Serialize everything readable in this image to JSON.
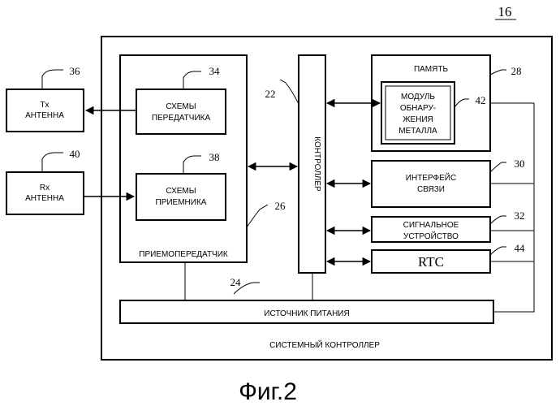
{
  "figure_number": "16",
  "caption": "Фиг.2",
  "system_controller": {
    "label": "СИСТЕМНЫЙ КОНТРОЛЛЕР"
  },
  "tx_antenna": {
    "line1": "Tx",
    "line2": "АНТЕННА",
    "ref": "36"
  },
  "rx_antenna": {
    "line1": "Rx",
    "line2": "АНТЕННА",
    "ref": "40"
  },
  "transceiver": {
    "label": "ПРИЕМОПЕРЕДАТЧИК",
    "ref": "26"
  },
  "transmitter": {
    "line1": "СХЕМЫ",
    "line2": "ПЕРЕДАТЧИКА",
    "ref": "34"
  },
  "receiver": {
    "line1": "СХЕМЫ",
    "line2": "ПРИЕМНИКА",
    "ref": "38"
  },
  "controller": {
    "label": "КОНТРОЛЛЕР",
    "ref": "22"
  },
  "memory": {
    "label": "ПАМЯТЬ",
    "ref": "28"
  },
  "metal_module": {
    "line1": "МОДУЛЬ",
    "line2": "ОБНАРУ-",
    "line3": "ЖЕНИЯ",
    "line4": "МЕТАЛЛА",
    "ref": "42"
  },
  "comm_interface": {
    "line1": "ИНТЕРФЕЙС",
    "line2": "СВЯЗИ",
    "ref": "30"
  },
  "signal_device": {
    "line1": "СИГНАЛЬНОЕ",
    "line2": "УСТРОЙСТВО",
    "ref": "32"
  },
  "rtc": {
    "label": "RTC",
    "ref": "44"
  },
  "power_supply": {
    "label": "ИСТОЧНИК ПИТАНИЯ",
    "ref": "24"
  }
}
